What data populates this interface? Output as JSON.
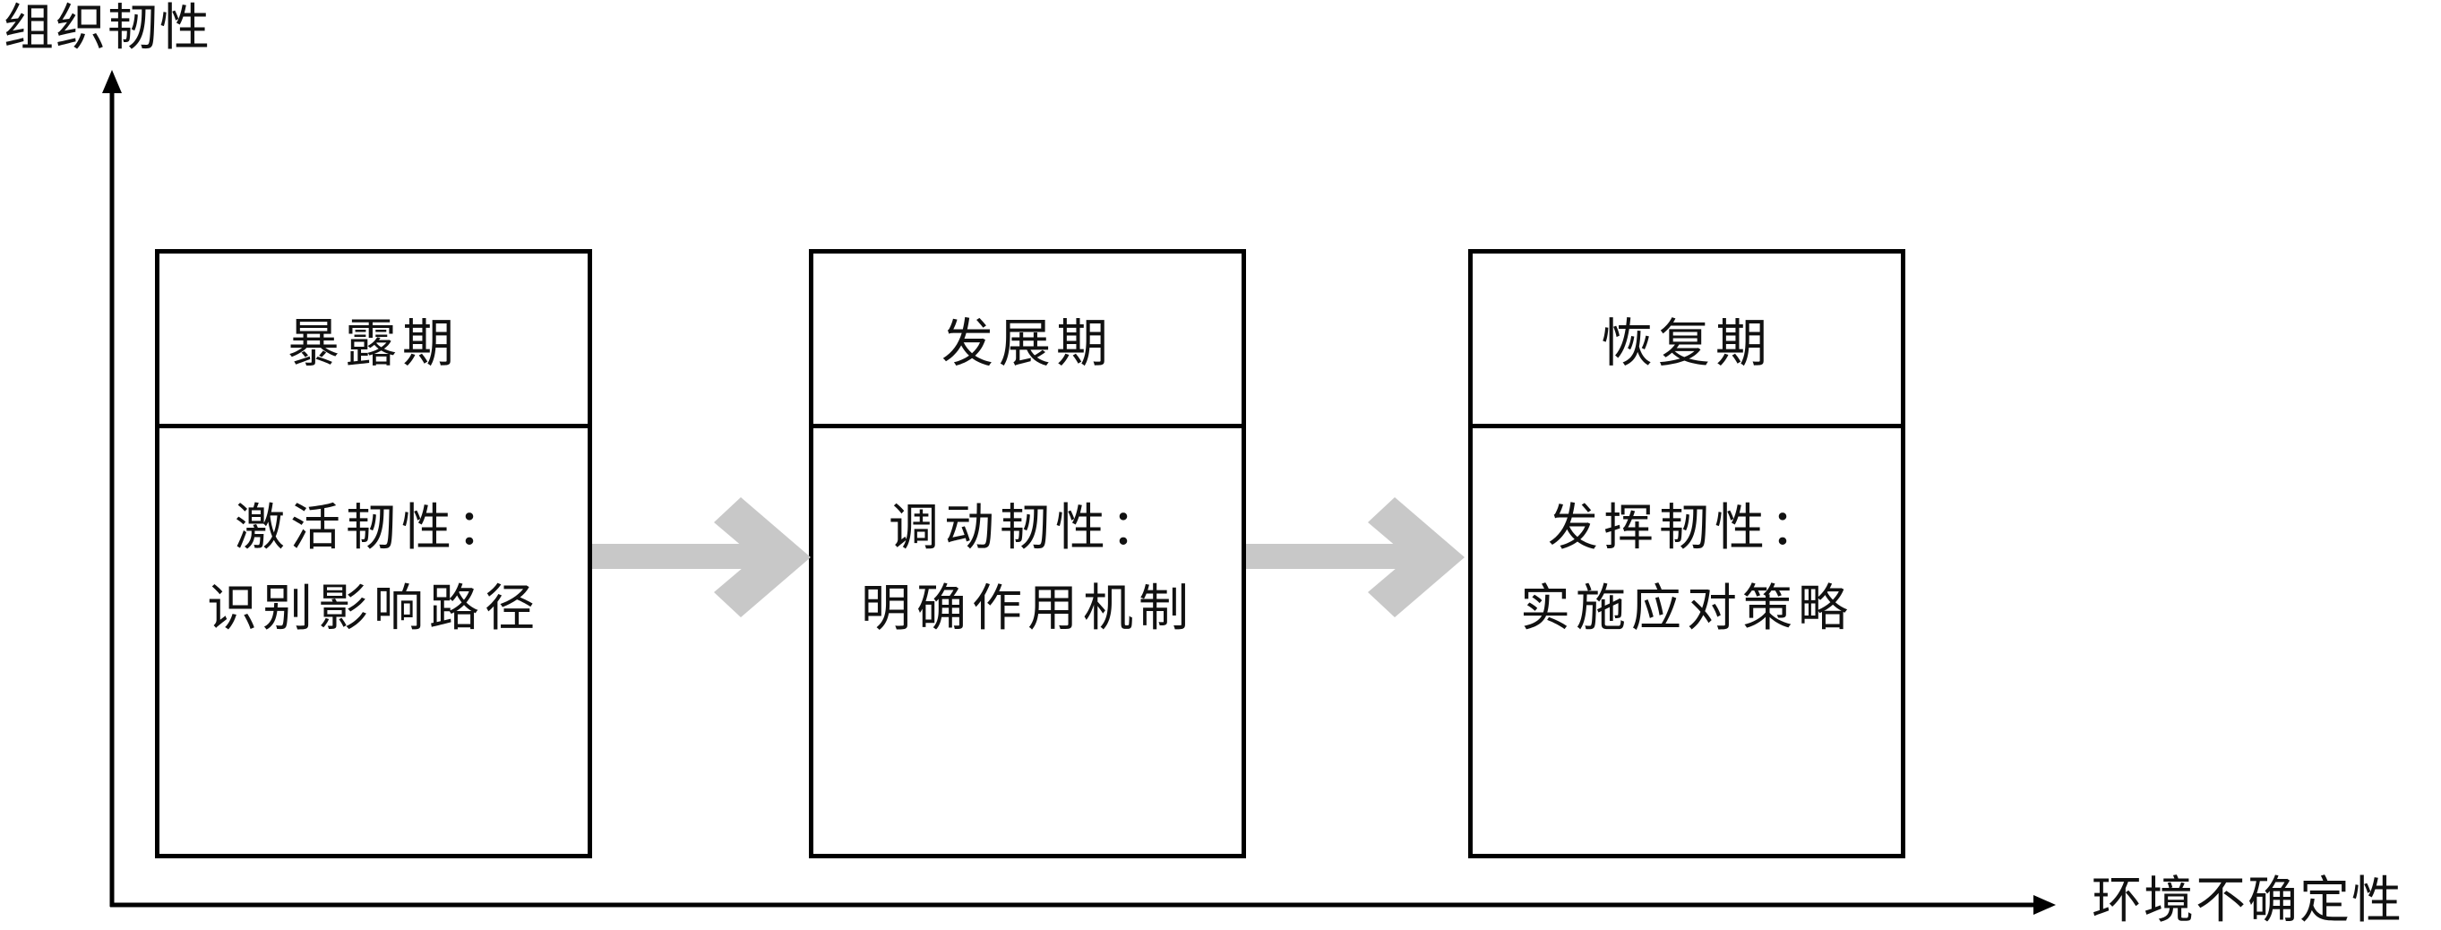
{
  "axes": {
    "y_label": "组织韧性",
    "x_label": "环境不确定性"
  },
  "stages": [
    {
      "title": "暴露期",
      "line1": "激活韧性：",
      "line2": "识别影响路径"
    },
    {
      "title": "发展期",
      "line1": "调动韧性：",
      "line2": "明确作用机制"
    },
    {
      "title": "恢复期",
      "line1": "发挥韧性：",
      "line2": "实施应对策略"
    }
  ],
  "colors": {
    "line": "#000000",
    "arrow_fill": "#c8c8c8"
  },
  "icons": [
    "axis-arrowhead",
    "flow-arrow"
  ]
}
